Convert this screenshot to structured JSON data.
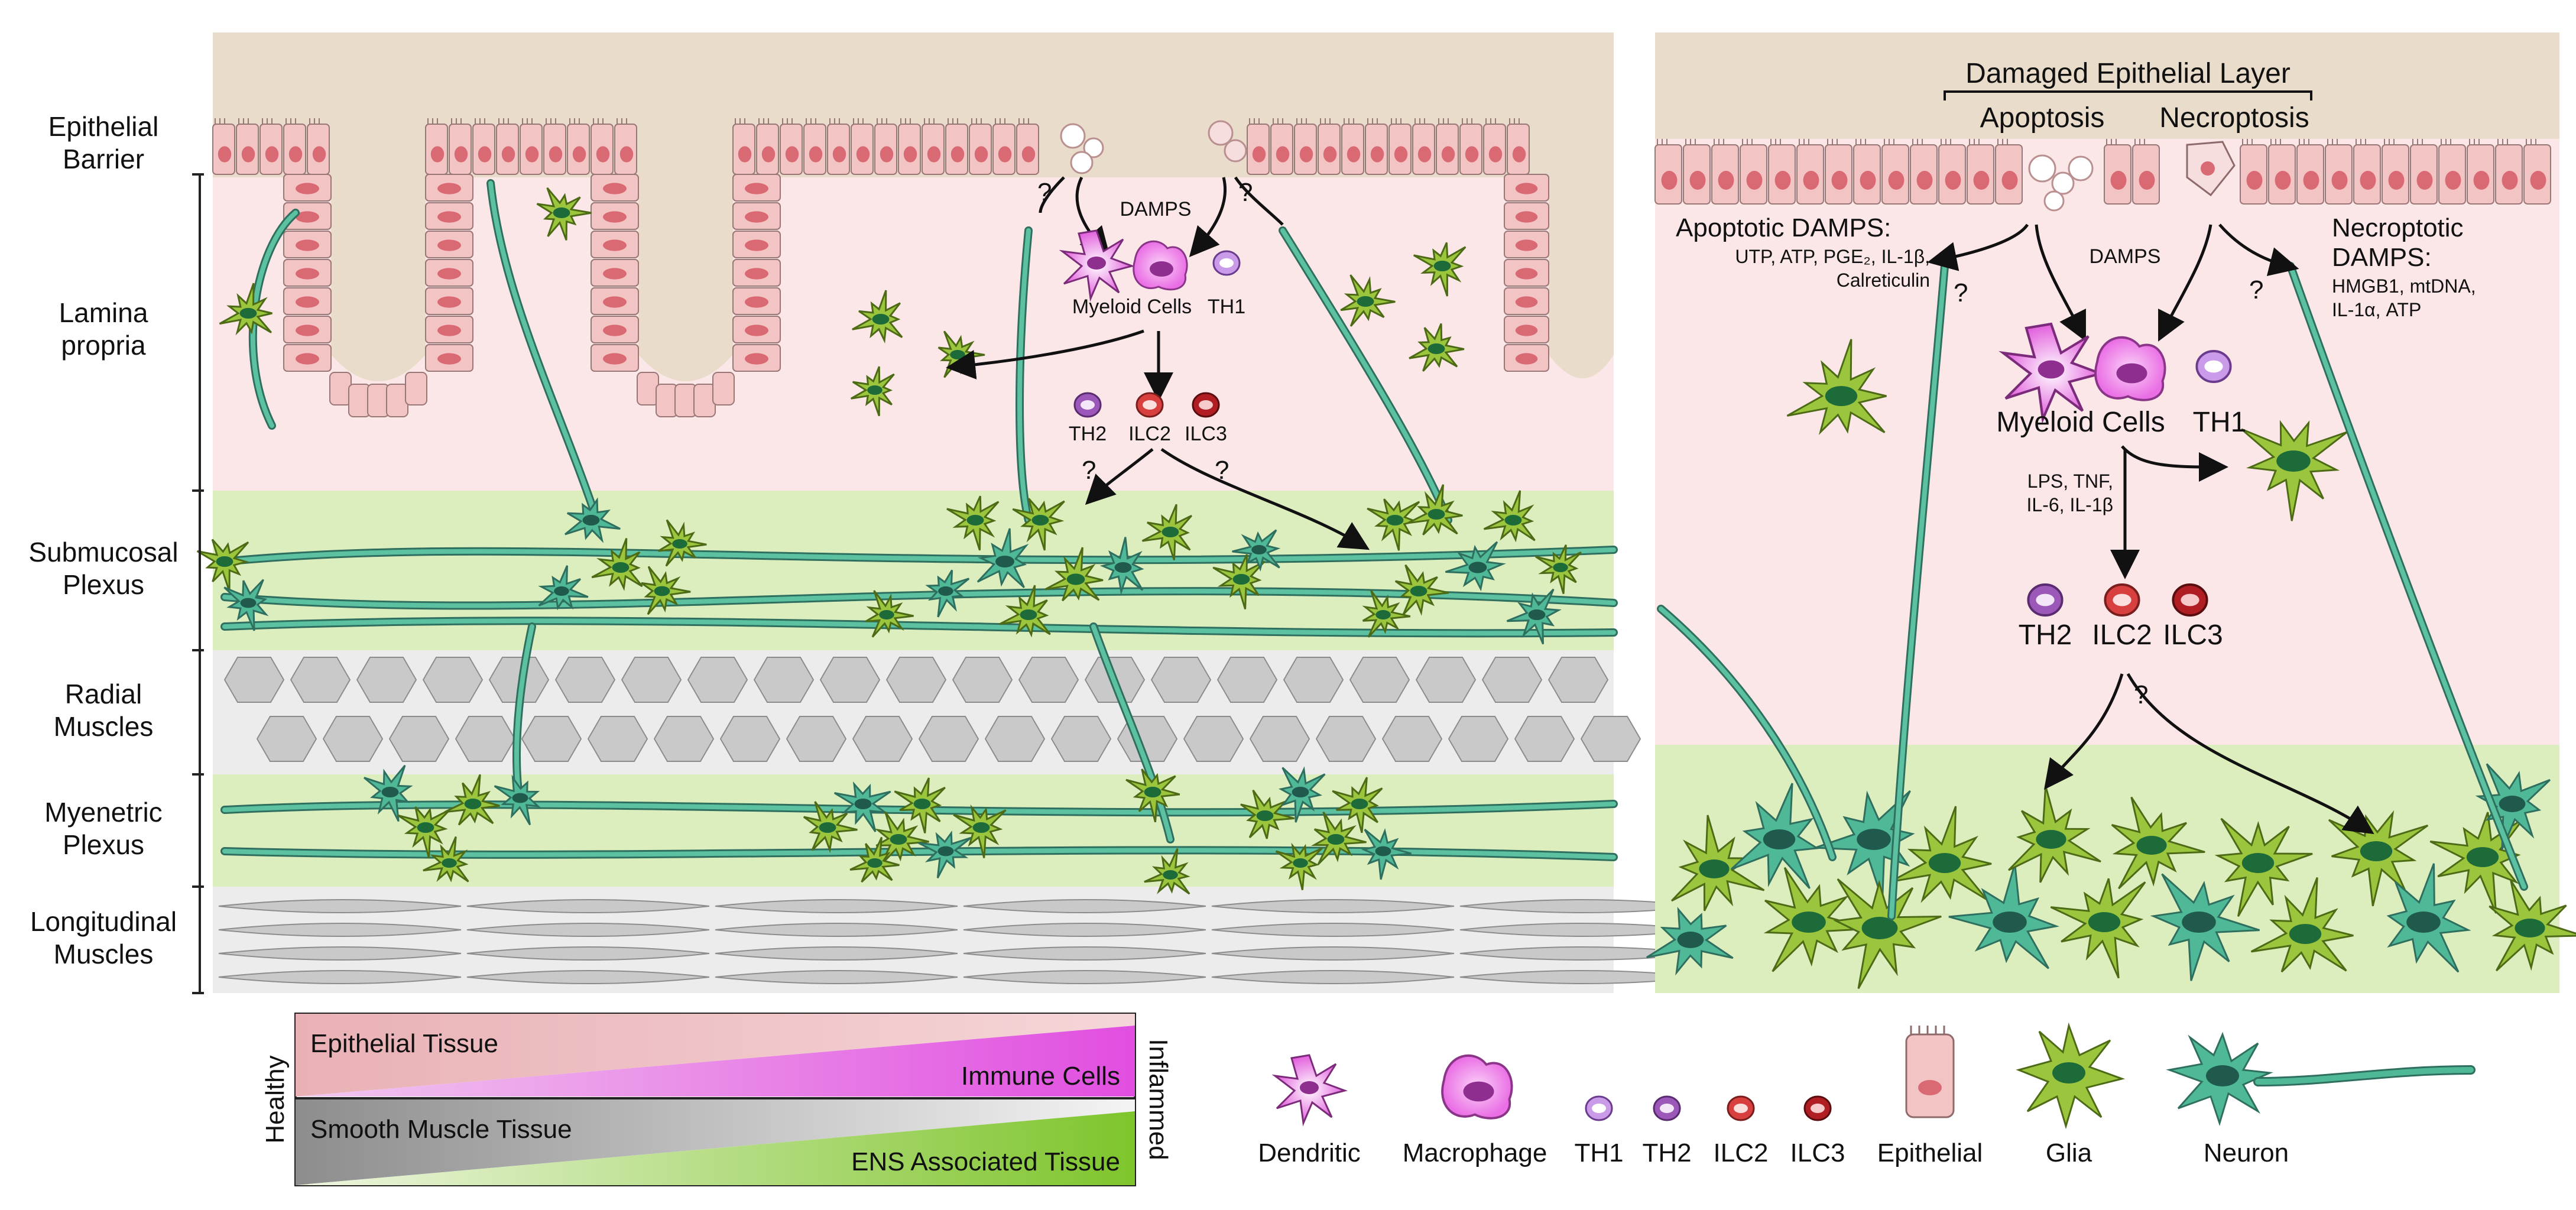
{
  "layers": {
    "epithelial_barrier": "Epithelial Barrier",
    "lamina_propria": "Lamina propria",
    "submucosal_plexus": "Submucosal Plexus",
    "radial_muscles": "Radial Muscles",
    "myenteric_plexus": "Myenetric Plexus",
    "longitudinal_muscles": "Longitudinal Muscles"
  },
  "left_panel": {
    "damps": "DAMPS",
    "question": "?",
    "myeloid": "Myeloid Cells",
    "th1": "TH1",
    "th2": "TH2",
    "ilc2": "ILC2",
    "ilc3": "ILC3"
  },
  "right_panel": {
    "damaged_layer": "Damaged Epithelial Layer",
    "apoptosis": "Apoptosis",
    "necroptosis": "Necroptosis",
    "apoptotic_damps_title": "Apoptotic DAMPS:",
    "apoptotic_damps_line1": "UTP, ATP, PGE₂, IL-1β,",
    "apoptotic_damps_line2": "Calreticulin",
    "necroptotic_title1": "Necroptotic",
    "necroptotic_title2": "DAMPS:",
    "necroptotic_line1": "HMGB1, mtDNA,",
    "necroptotic_line2": "IL-1α, ATP",
    "damps": "DAMPS",
    "question": "?",
    "myeloid": "Myeloid Cells",
    "th1": "TH1",
    "cytokines_line1": "LPS, TNF,",
    "cytokines_line2": "IL-6, IL-1β",
    "th2": "TH2",
    "ilc2": "ILC2",
    "ilc3": "ILC3"
  },
  "gradient_key": {
    "epithelial_tissue": "Epithelial Tissue",
    "immune_cells": "Immune Cells",
    "smooth_muscle": "Smooth Muscle Tissue",
    "ens_tissue": "ENS Associated Tissue",
    "healthy": "Healthy",
    "inflammed": "Inflammed"
  },
  "legend": {
    "dendritic": "Dendritic",
    "macrophage": "Macrophage",
    "th1": "TH1",
    "th2": "TH2",
    "ilc2": "ILC2",
    "ilc3": "ILC3",
    "epithelial": "Epithelial",
    "glia": "Glia",
    "neuron": "Neuron"
  },
  "colors": {
    "lumen": "#eadccb",
    "lamina": "#fce7e8",
    "ens": "#ddeebe",
    "muscle_band": "#ececec",
    "epithelial_cell": "#f3c4c4",
    "nucleus": "#d96a73",
    "glia": "#9bc53d",
    "neuron": "#4fb896",
    "dendritic": "#e66be0",
    "th1": "#c99be8",
    "th2": "#9b58b8",
    "ilc2": "#d84040",
    "ilc3": "#b01e23"
  }
}
